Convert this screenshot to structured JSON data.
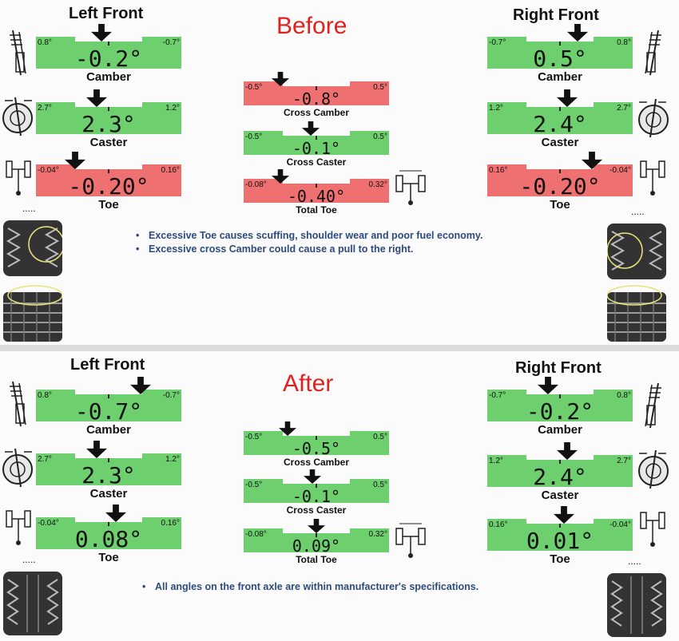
{
  "before": {
    "title": "Before",
    "left_heading": "Left Front",
    "right_heading": "Right Front",
    "left": {
      "camber": {
        "min": "0.8°",
        "max": "-0.7°",
        "value": "-0.2°",
        "label": "Camber",
        "status": "in_spec"
      },
      "caster": {
        "min": "2.7°",
        "max": "1.2°",
        "value": "2.3°",
        "label": "Caster",
        "status": "in_spec"
      },
      "toe": {
        "min": "-0.04°",
        "max": "0.16°",
        "value": "-0.20°",
        "label": "Toe",
        "status": "out_of_spec"
      }
    },
    "right": {
      "camber": {
        "min": "-0.7°",
        "max": "0.8°",
        "value": "0.5°",
        "label": "Camber",
        "status": "in_spec"
      },
      "caster": {
        "min": "1.2°",
        "max": "2.7°",
        "value": "2.4°",
        "label": "Caster",
        "status": "in_spec"
      },
      "toe": {
        "min": "0.16°",
        "max": "-0.04°",
        "value": "-0.20°",
        "label": "Toe",
        "status": "out_of_spec"
      }
    },
    "center": {
      "cross_camber": {
        "min": "-0.5°",
        "max": "0.5°",
        "value": "-0.8°",
        "label": "Cross Camber",
        "status": "out_of_spec"
      },
      "cross_caster": {
        "min": "-0.5°",
        "max": "0.5°",
        "value": "-0.1°",
        "label": "Cross Caster",
        "status": "in_spec"
      },
      "total_toe": {
        "min": "-0.08°",
        "max": "0.32°",
        "value": "-0.40°",
        "label": "Total Toe",
        "status": "out_of_spec"
      }
    },
    "notes": [
      "Excessive Toe causes scuffing, shoulder wear and poor fuel economy.",
      "Excessive cross Camber could cause a pull to the right."
    ],
    "tire_dots": "....."
  },
  "after": {
    "title": "After",
    "left_heading": "Left Front",
    "right_heading": "Right Front",
    "left": {
      "camber": {
        "min": "0.8°",
        "max": "-0.7°",
        "value": "-0.7°",
        "label": "Camber",
        "status": "in_spec"
      },
      "caster": {
        "min": "2.7°",
        "max": "1.2°",
        "value": "2.3°",
        "label": "Caster",
        "status": "in_spec"
      },
      "toe": {
        "min": "-0.04°",
        "max": "0.16°",
        "value": "0.08°",
        "label": "Toe",
        "status": "in_spec"
      }
    },
    "right": {
      "camber": {
        "min": "-0.7°",
        "max": "0.8°",
        "value": "-0.2°",
        "label": "Camber",
        "status": "in_spec"
      },
      "caster": {
        "min": "1.2°",
        "max": "2.7°",
        "value": "2.4°",
        "label": "Caster",
        "status": "in_spec"
      },
      "toe": {
        "min": "0.16°",
        "max": "-0.04°",
        "value": "0.01°",
        "label": "Toe",
        "status": "in_spec"
      }
    },
    "center": {
      "cross_camber": {
        "min": "-0.5°",
        "max": "0.5°",
        "value": "-0.5°",
        "label": "Cross Camber",
        "status": "in_spec"
      },
      "cross_caster": {
        "min": "-0.5°",
        "max": "0.5°",
        "value": "-0.1°",
        "label": "Cross Caster",
        "status": "in_spec"
      },
      "total_toe": {
        "min": "-0.08°",
        "max": "0.32°",
        "value": "0.09°",
        "label": "Total Toe",
        "status": "in_spec"
      }
    },
    "notes": [
      "All angles on the front axle are within manufacturer's specifications."
    ],
    "tire_dots": "....."
  },
  "colors": {
    "in_spec": "#6dcf6d",
    "out_of_spec": "#ef7070",
    "title": "#e0221f",
    "notes": "#2c4b7c"
  }
}
